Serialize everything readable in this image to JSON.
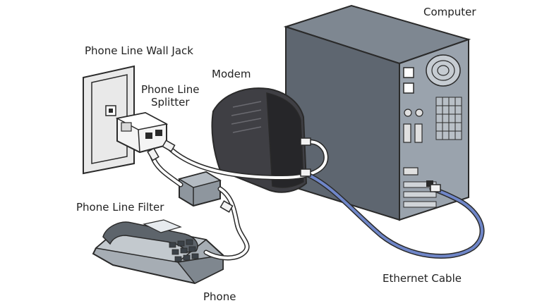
{
  "labels": {
    "computer": "Computer",
    "wall_jack": "Phone Line Wall Jack",
    "modem": "Modem",
    "splitter_line1": "Phone Line",
    "splitter_line2": "Splitter",
    "filter": "Phone Line Filter",
    "phone": "Phone",
    "ethernet": "Ethernet Cable"
  },
  "colors": {
    "outline": "#2a2a2a",
    "computer_body": "#9aa3ad",
    "computer_side": "#5e6670",
    "computer_top": "#7e8791",
    "modem_body": "#3f3f44",
    "modem_dark": "#262629",
    "wall_plate": "#e9e9e9",
    "phone_body": "#a6adb4",
    "phone_dark": "#5d646b",
    "phone_cable": "#ffffff",
    "ethernet_cable": "#6f86c8",
    "filter_body": "#8e969e"
  }
}
